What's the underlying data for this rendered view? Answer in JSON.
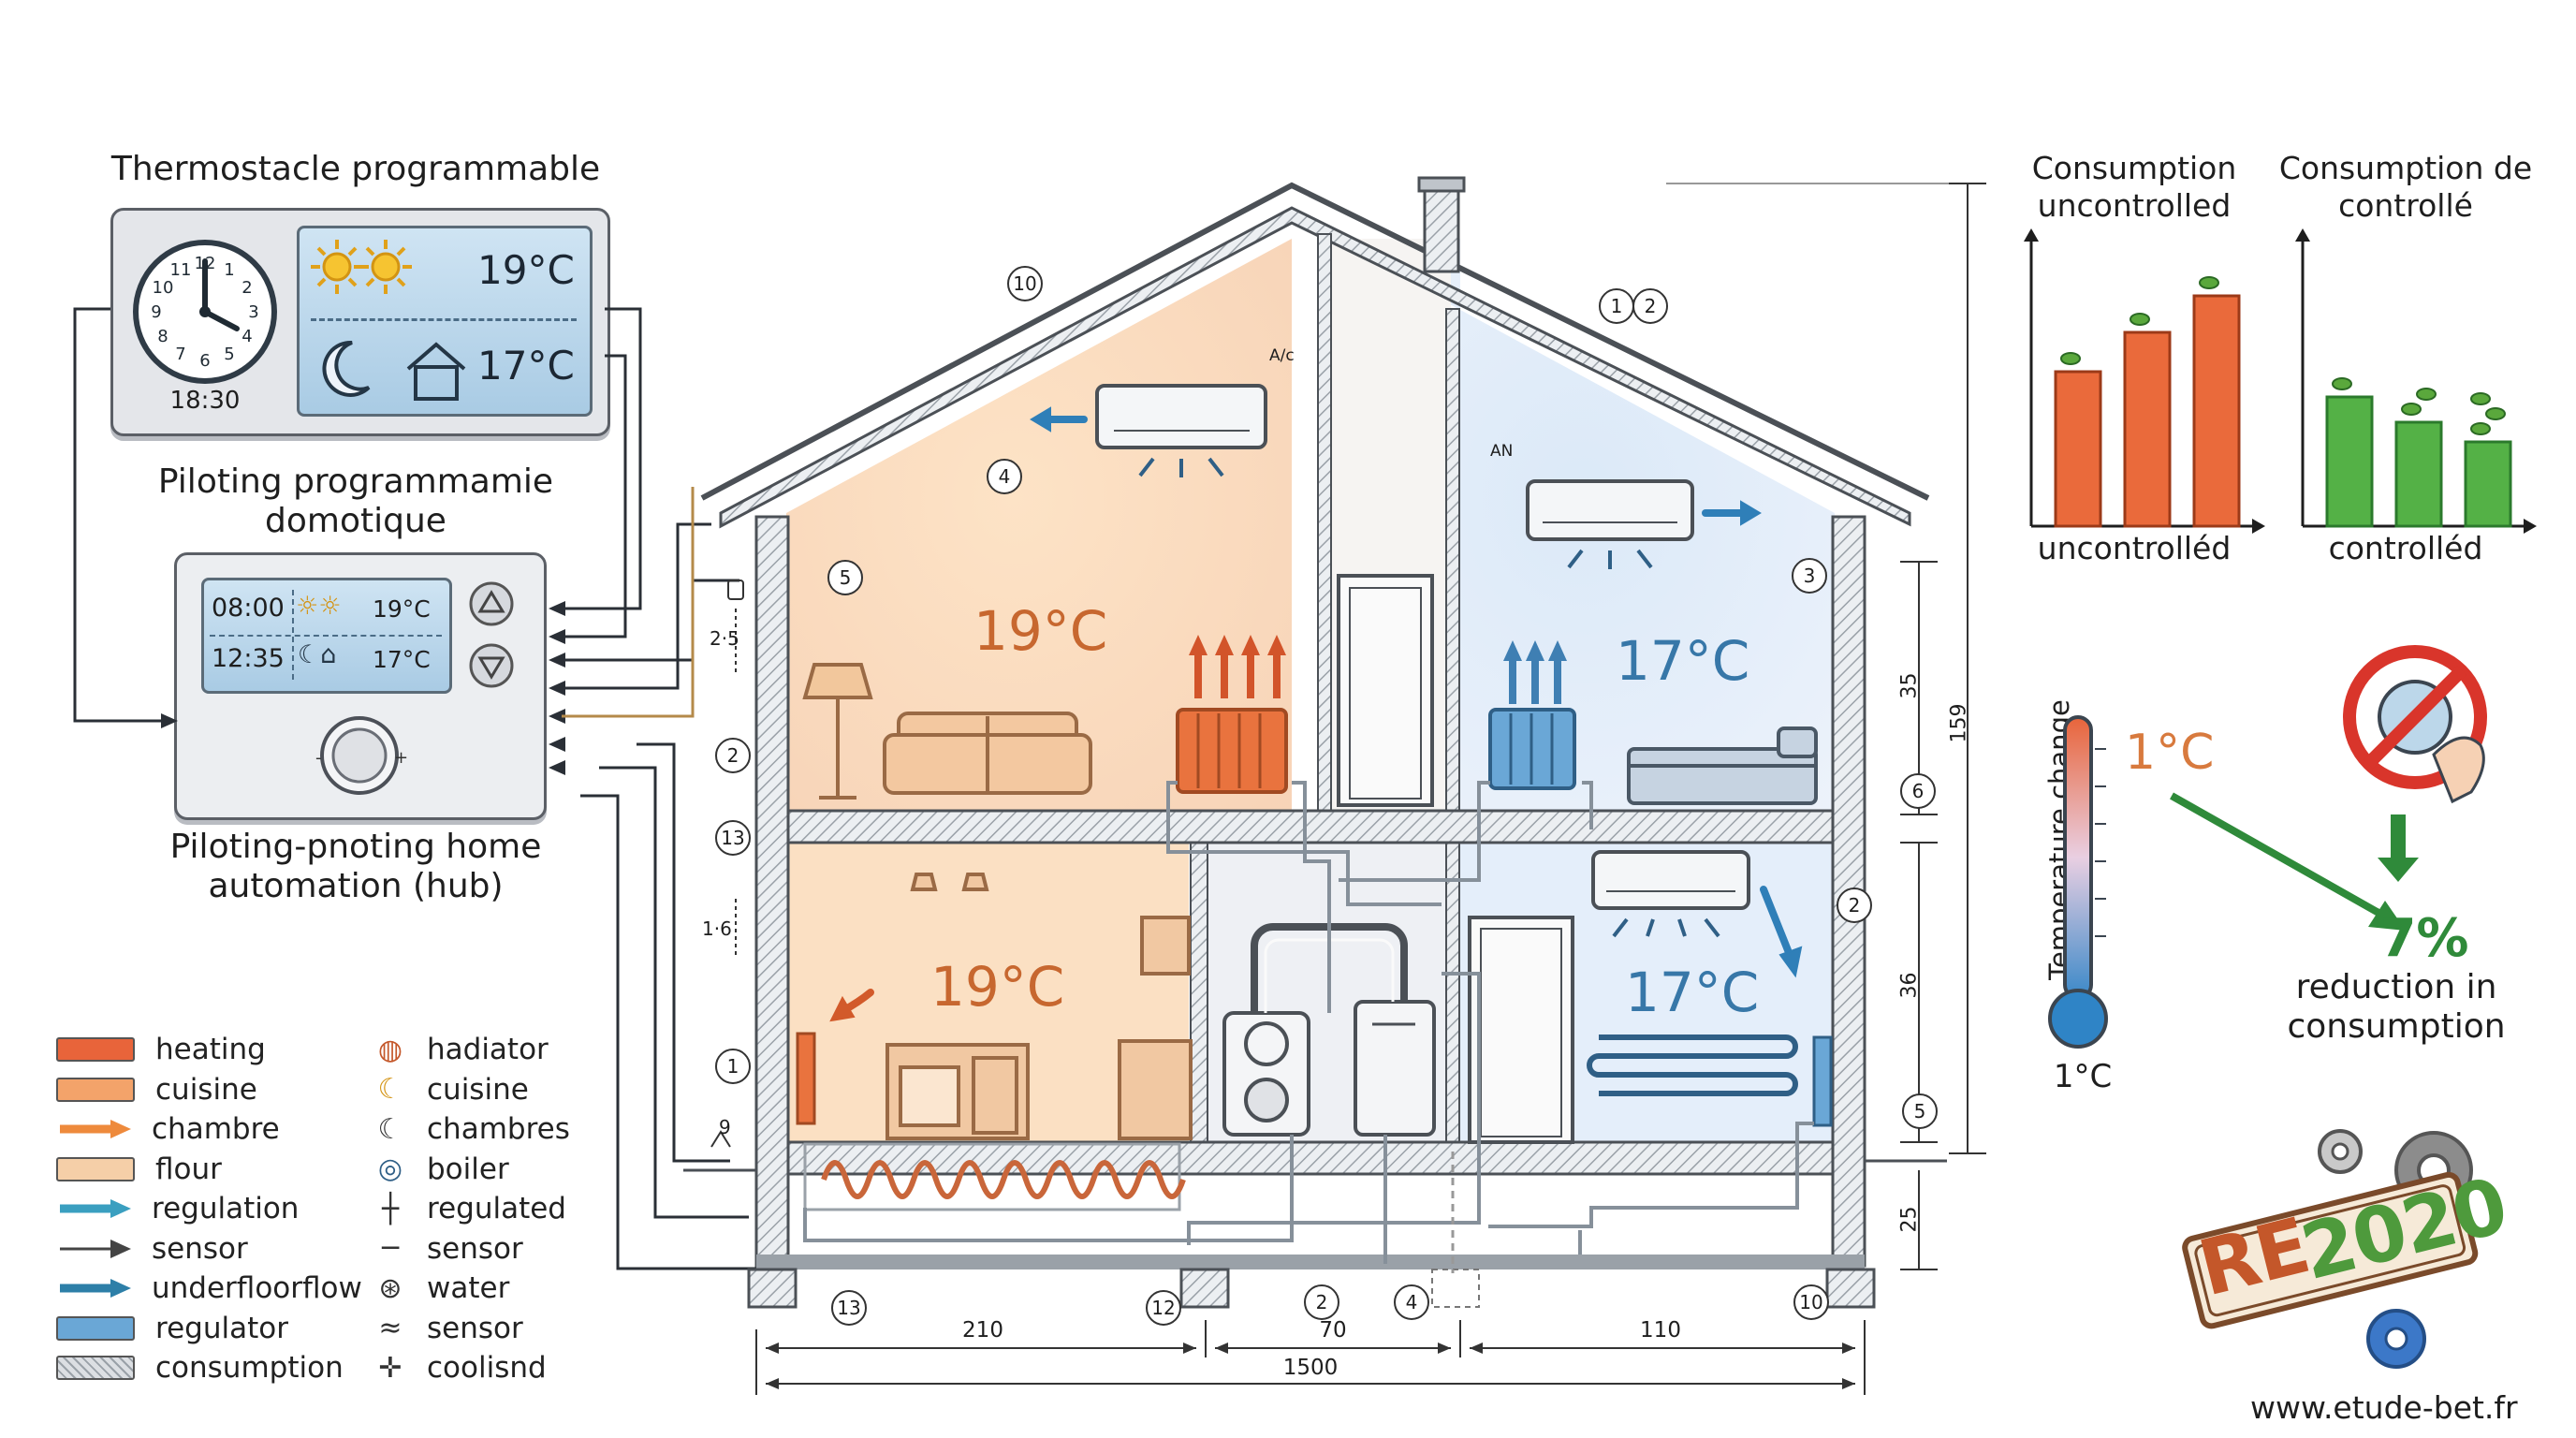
{
  "thermostat": {
    "title": "Thermostacle programmable",
    "clock_time": "18:30",
    "clock_numbers": [
      "12",
      "1",
      "2",
      "3",
      "4",
      "5",
      "6",
      "7",
      "8",
      "9",
      "10",
      "11"
    ],
    "day_temp": "19°C",
    "night_temp": "17°C"
  },
  "programmer": {
    "title": "Piloting programmamie domotique",
    "row1_time": "08:00",
    "row1_temp": "19°C",
    "row2_time": "12:35",
    "row2_temp": "17°C"
  },
  "hub": {
    "title": "Piloting-pnoting home automation (hub)"
  },
  "house": {
    "attic_left_temp": "19°C",
    "attic_right_temp": "17°C",
    "ground_left_temp": "19°C",
    "ground_right_temp": "17°C",
    "markers": [
      "10",
      "4",
      "5",
      "2",
      "13",
      "1",
      "13",
      "12",
      "2",
      "4",
      "10",
      "5",
      "2",
      "6",
      "3",
      "1",
      "2"
    ],
    "ac_labels": [
      "A/c",
      "AN"
    ],
    "side_dims": [
      "2·5",
      "1·6",
      "9"
    ],
    "height_dims": [
      "35",
      "36",
      "25",
      "159"
    ],
    "bottom_dims": [
      "210",
      "70",
      "110",
      "1500"
    ]
  },
  "legend": {
    "left": [
      "heating",
      "cuisine",
      "chambre",
      "flour",
      "regulation",
      "sensor",
      "underfloorflow",
      "regulator",
      "consumption"
    ],
    "right": [
      "hadiator",
      "cuisine",
      "chambres",
      "boiler",
      "regulated",
      "sensor",
      "water",
      "sensor",
      "coolisnd"
    ],
    "colors": {
      "heating": "#e8643a",
      "cuisine": "#f3a36a",
      "chambre": "#ee8a3c",
      "flour": "#f5cfa8",
      "regulation": "#3a9fc0",
      "underfloorflow": "#2d7fa8",
      "regulator": "#6aa7d6"
    }
  },
  "charts": {
    "uncontrolled_title": "Consumption uncontrolled",
    "uncontrolled_xlabel": "uncontrolléd",
    "controlled_title": "Consumption de controllé",
    "controlled_xlabel": "controlléd"
  },
  "chart_data": [
    {
      "type": "bar",
      "title": "Consumption uncontrolled",
      "xlabel": "uncontrolléd",
      "values": [
        0.55,
        0.69,
        0.82
      ],
      "colors": [
        "#e8643a",
        "#e8643a",
        "#e8643a"
      ]
    },
    {
      "type": "bar",
      "title": "Consumption de controllé",
      "xlabel": "controlléd",
      "values": [
        0.46,
        0.37,
        0.3
      ],
      "colors": [
        "#4caf50",
        "#4caf50",
        "#4caf50"
      ]
    }
  ],
  "thermo_scale": {
    "axis_label": "Temperature change",
    "top_value": "1°C",
    "bottom_value": "1°C"
  },
  "reduction": {
    "percent": "7%",
    "text": "reduction in consumption"
  },
  "badge": {
    "re": "RE",
    "year": "2020"
  },
  "footer": {
    "url": "www.etude-bet.fr"
  }
}
